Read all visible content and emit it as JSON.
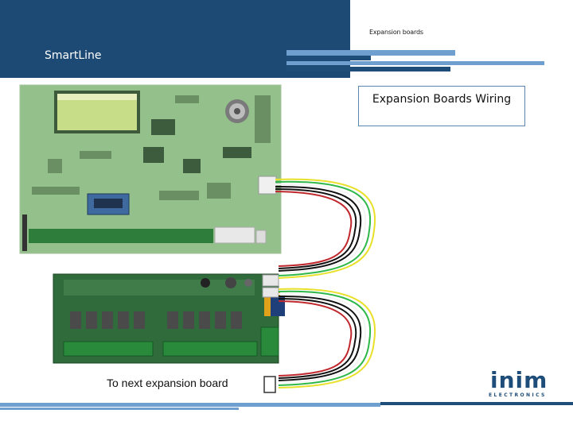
{
  "header": {
    "brand": "SmartLine",
    "section_label": "Expansion boards"
  },
  "title_box": {
    "text": "Expansion Boards Wiring"
  },
  "caption": {
    "text": "To next expansion board"
  },
  "logo": {
    "word": "inim",
    "sub": "ELECTRONICS"
  },
  "colors": {
    "header_dark": "#1c4a74",
    "stripe_light": "#6f9fcf",
    "stripe_dark": "#1f4d7a",
    "board_green": "#8fbf86",
    "board_dark_green": "#2f6b3b",
    "wire_yellow": "#e8e02a",
    "wire_green": "#2fb84a",
    "wire_white": "#f4f4f4",
    "wire_black": "#111111",
    "wire_red": "#c0282d"
  },
  "icons": {
    "main_board": "control-panel-board-image",
    "expansion_board": "expansion-board-image",
    "connector_square": "connector-square-icon"
  }
}
